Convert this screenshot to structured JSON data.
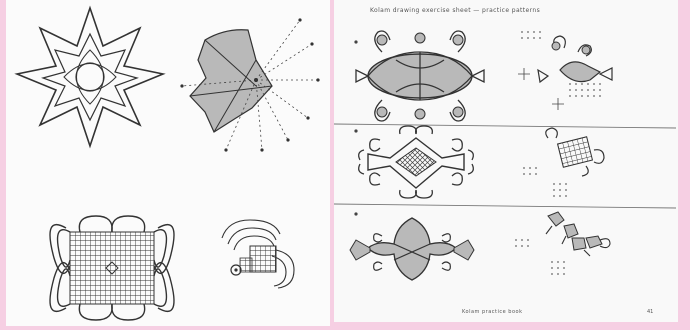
{
  "right_page": {
    "header": "Kolam drawing exercise sheet — practice patterns",
    "footer": "Kolam practice book",
    "page_number": "41"
  },
  "colors": {
    "background": "#f6cfe3",
    "paper": "#ffffff",
    "ink": "#333333",
    "shade": "#b9b9b9"
  }
}
